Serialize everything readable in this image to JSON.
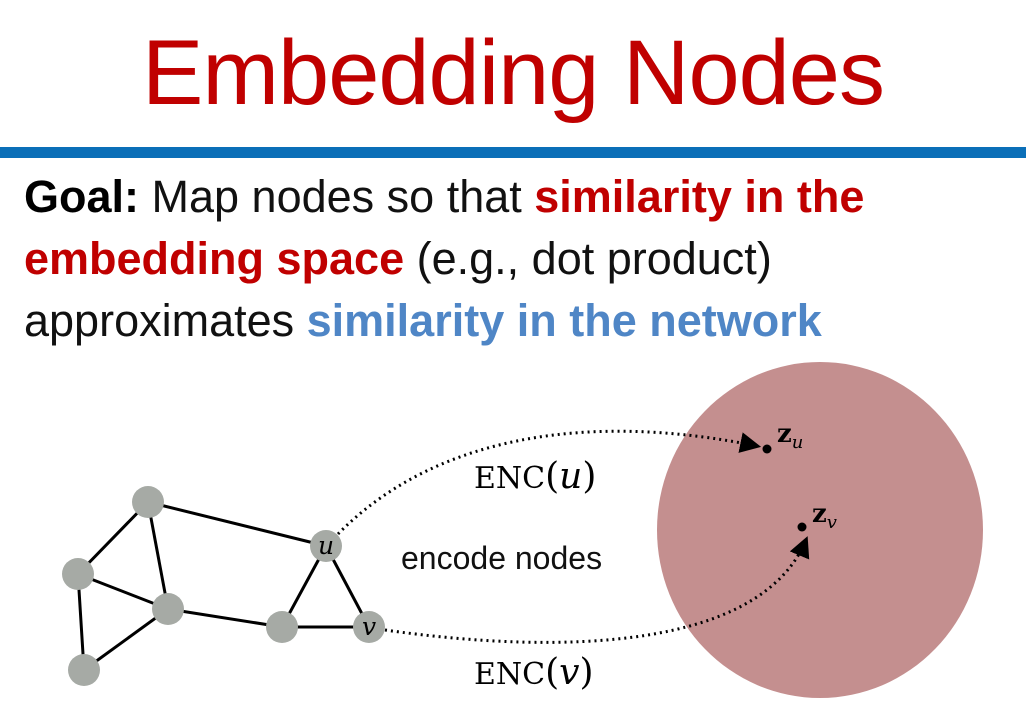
{
  "slide": {
    "title": "Embedding Nodes",
    "goal": {
      "lead": "Goal:",
      "t1": " Map nodes so that ",
      "h1": "similarity in the",
      "h1b": "embedding space",
      "t2": " (e.g., dot product)",
      "t3": "approximates ",
      "h2": "similarity in the network"
    }
  },
  "figure": {
    "node_u_label": "u",
    "node_v_label": "v",
    "encode_label": "encode nodes",
    "enc_u": {
      "name": "ENC",
      "open": "(",
      "arg": "u",
      "close": ")"
    },
    "enc_v": {
      "name": "ENC",
      "open": "(",
      "arg": "v",
      "close": ")"
    },
    "z_u": {
      "base": "z",
      "sub": "u"
    },
    "z_v": {
      "base": "z",
      "sub": "v"
    }
  },
  "colors": {
    "title": "#c00000",
    "rule": "#0b6fb8",
    "emphasis_red": "#c00000",
    "emphasis_blue": "#4f86c6",
    "node_fill": "#a6aaa5",
    "embedding_space": "#c48f8f"
  }
}
